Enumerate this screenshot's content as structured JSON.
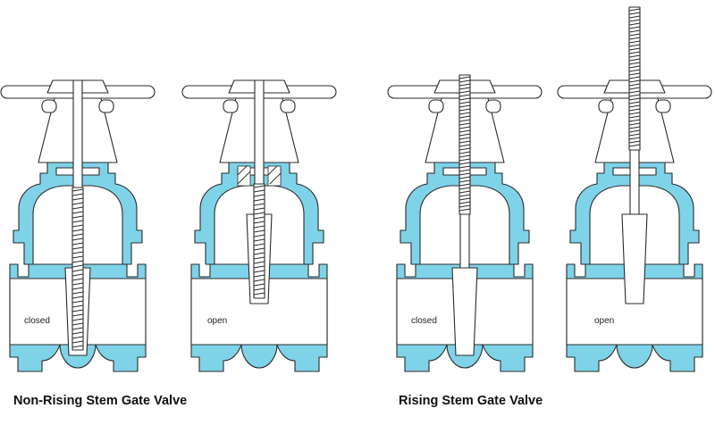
{
  "valves": [
    {
      "id": "nrs-closed",
      "state_label": "closed",
      "type": "non-rising",
      "open": false
    },
    {
      "id": "nrs-open",
      "state_label": "open",
      "type": "non-rising",
      "open": true
    },
    {
      "id": "rs-closed",
      "state_label": "closed",
      "type": "rising",
      "open": false
    },
    {
      "id": "rs-open",
      "state_label": "open",
      "type": "rising",
      "open": true
    }
  ],
  "captions": {
    "non_rising": "Non-Rising Stem Gate Valve",
    "rising": "Rising Stem Gate Valve"
  },
  "colors": {
    "body": "#7fd3e8",
    "outline": "#2b2b2b"
  }
}
